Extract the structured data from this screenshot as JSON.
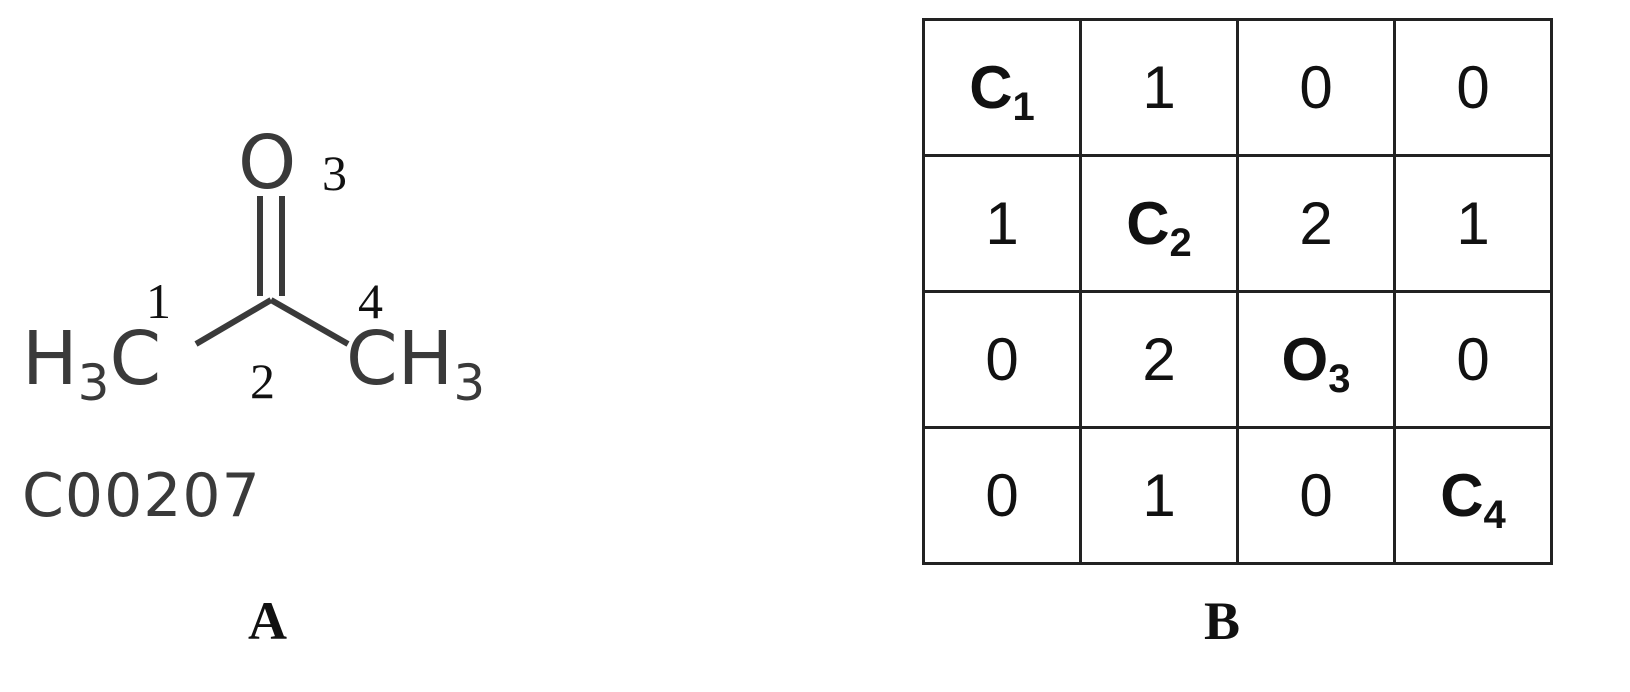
{
  "panel_a": {
    "label": "A",
    "compound_id": "C00207",
    "atoms": {
      "oxygen": "O",
      "left_carbon": "H",
      "left_sub": "3",
      "left_tail": "C",
      "right_carbon": "CH",
      "right_sub": "3"
    },
    "numbers": [
      "1",
      "2",
      "3",
      "4"
    ]
  },
  "panel_b": {
    "label": "B",
    "matrix": [
      [
        {
          "text": "C",
          "sub": "1",
          "diag": true
        },
        {
          "text": "1"
        },
        {
          "text": "0"
        },
        {
          "text": "0"
        }
      ],
      [
        {
          "text": "1"
        },
        {
          "text": "C",
          "sub": "2",
          "diag": true
        },
        {
          "text": "2"
        },
        {
          "text": "1"
        }
      ],
      [
        {
          "text": "0"
        },
        {
          "text": "2"
        },
        {
          "text": "O",
          "sub": "3",
          "diag": true
        },
        {
          "text": "0"
        }
      ],
      [
        {
          "text": "0"
        },
        {
          "text": "1"
        },
        {
          "text": "0"
        },
        {
          "text": "C",
          "sub": "4",
          "diag": true
        }
      ]
    ]
  }
}
